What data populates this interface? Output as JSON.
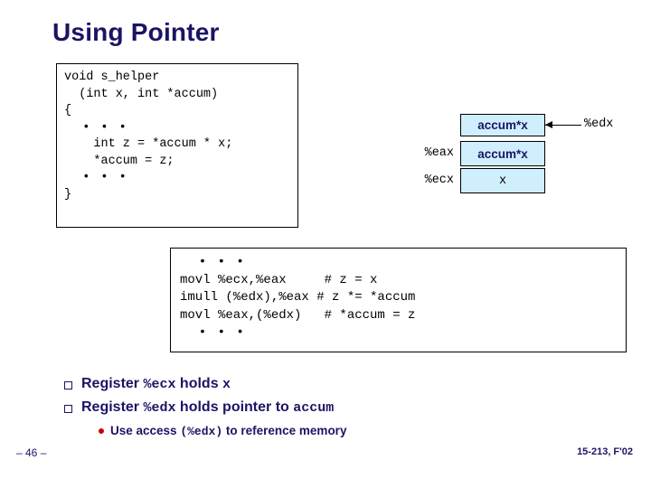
{
  "slide": {
    "title": "Using Pointer",
    "page_number": "– 46 –",
    "course_footer": "15-213, F'02"
  },
  "code_box": {
    "lines": [
      "void s_helper",
      "  (int x, int *accum)",
      "{",
      "  • • •",
      "    int z = *accum * x;",
      "    *accum = z;",
      "  • • •",
      "",
      "}"
    ]
  },
  "registers": {
    "top_cell": "accum*x",
    "top_right_label": "%edx",
    "rows": [
      {
        "label": "%eax",
        "value": "accum*x"
      },
      {
        "label": "%ecx",
        "value": "x"
      }
    ]
  },
  "assembly": {
    "lines": [
      {
        "code": "  • • •",
        "comment": ""
      },
      {
        "code": "movl %ecx,%eax",
        "comment": "# z = x"
      },
      {
        "code": "imull (%edx),%eax",
        "comment": "# z *= *accum"
      },
      {
        "code": "movl %eax,(%edx)",
        "comment": "# *accum = z"
      },
      {
        "code": "  • • •",
        "comment": ""
      }
    ],
    "rendered": [
      "  • • •",
      "movl %ecx,%eax     # z = x",
      "imull (%edx),%eax # z *= *accum",
      "movl %eax,(%edx)   # *accum = z",
      "  • • •"
    ]
  },
  "bullets": [
    {
      "prefix": "Register ",
      "mono1": "%ecx",
      "mid": " holds ",
      "mono2": "x",
      "suffix": ""
    },
    {
      "prefix": "Register ",
      "mono1": "%edx",
      "mid": " holds pointer to ",
      "mono2": "accum",
      "suffix": ""
    }
  ],
  "sub_bullet": {
    "prefix": "Use access ",
    "mono": "(%edx)",
    "suffix": " to reference memory"
  },
  "colors": {
    "heading": "#1b1464",
    "cell_fill": "#cfefff",
    "sub_bullet_marker": "#cc0000"
  }
}
